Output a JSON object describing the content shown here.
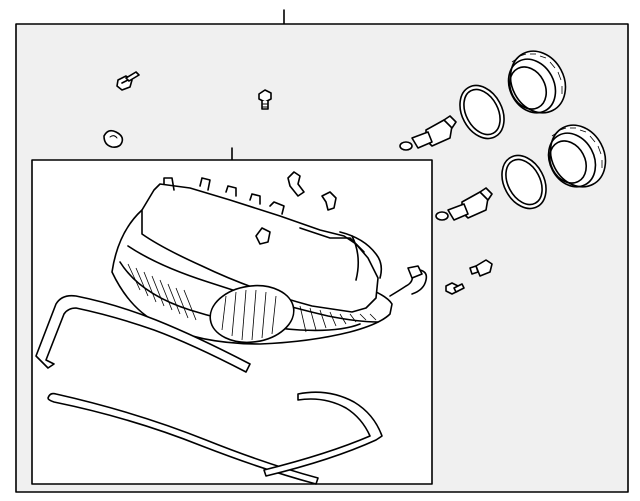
{
  "diagram": {
    "background_color": "#f0f0f0",
    "line_color": "#000000",
    "inner_panel_color": "#ffffff",
    "parts": [
      {
        "name": "outer-assembly",
        "icon": "frame"
      },
      {
        "name": "headlamp-assembly",
        "icon": "frame"
      },
      {
        "name": "headlamp-housing",
        "icon": "lamp-housing"
      },
      {
        "name": "upper-seal",
        "icon": "seal-strip"
      },
      {
        "name": "lower-trim-strip",
        "icon": "trim-strip"
      },
      {
        "name": "side-trim-strip",
        "icon": "trim-strip"
      },
      {
        "name": "mounting-bolt",
        "icon": "bolt"
      },
      {
        "name": "mounting-nut",
        "icon": "nut"
      },
      {
        "name": "retaining-clip",
        "icon": "clip"
      },
      {
        "name": "bulb-high-beam",
        "icon": "bulb"
      },
      {
        "name": "bulb-low-beam",
        "icon": "bulb"
      },
      {
        "name": "bulb-seal-ring-upper",
        "icon": "o-ring"
      },
      {
        "name": "bulb-seal-ring-lower",
        "icon": "o-ring"
      },
      {
        "name": "bulb-cover-cap-upper",
        "icon": "cap"
      },
      {
        "name": "bulb-cover-cap-lower",
        "icon": "cap"
      },
      {
        "name": "side-marker-bulb",
        "icon": "bulb"
      },
      {
        "name": "socket-pigtail",
        "icon": "wire-socket"
      },
      {
        "name": "adjuster-screw",
        "icon": "screw"
      }
    ]
  }
}
